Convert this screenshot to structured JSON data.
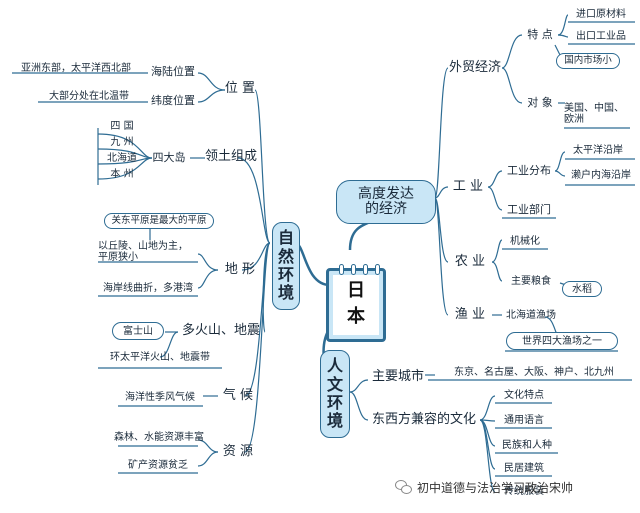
{
  "center": {
    "line1": "日",
    "line2": "本"
  },
  "nature": {
    "label_chars": [
      "自",
      "然",
      "环",
      "境"
    ],
    "position": {
      "label": "位 置",
      "sub1": "海陆位置",
      "sub1_leaf": "亚洲东部，太平洋西北部",
      "sub2": "纬度位置",
      "sub2_leaf": "大部分处在北温带"
    },
    "territory": {
      "label": "领土组成",
      "sub": "四大岛",
      "islands": [
        "四 国",
        "九 州",
        "北海道",
        "本 州"
      ]
    },
    "terrain": {
      "label": "地 形",
      "note": "关东平原是最大的平原",
      "leaf1_line1": "以丘陵、山地为主，",
      "leaf1_line2": "平原狭小",
      "leaf2": "海岸线曲折，多港湾"
    },
    "volcano": {
      "label": "多火山、地震",
      "leaf1": "富士山",
      "leaf2": "环太平洋火山、地震带"
    },
    "climate": {
      "label": "气 候",
      "leaf": "海洋性季风气候"
    },
    "resources": {
      "label": "资 源",
      "leaf1": "森林、水能资源丰富",
      "leaf2": "矿产资源贫乏"
    }
  },
  "economy": {
    "line1": "高度发达",
    "line2": "的经济",
    "trade": {
      "label": "外贸经济",
      "feature": "特 点",
      "feature_leaf1": "进口原材料",
      "feature_leaf2": "出口工业品",
      "feature_note": "国内市场小",
      "partner": "对 象",
      "partner_leaf_line1": "美国、中国、",
      "partner_leaf_line2": "欧洲"
    },
    "industry": {
      "label": "工 业",
      "sub1": "工业分布",
      "sub1_leaf1": "太平洋沿岸",
      "sub1_leaf2": "濑户内海沿岸",
      "sub2": "工业部门"
    },
    "agriculture": {
      "label": "农 业",
      "leaf1": "机械化",
      "leaf2": "主要粮食",
      "leaf2_note": "水稻"
    },
    "fishery": {
      "label": "渔 业",
      "leaf1": "北海道渔场",
      "leaf2": "世界四大渔场之一"
    }
  },
  "culture": {
    "label_chars": [
      "人",
      "文",
      "环",
      "境"
    ],
    "cities": {
      "label": "主要城市",
      "leaf": "东京、名古屋、大阪、神户、北九州"
    },
    "blend": {
      "label": "东西方兼容的文化",
      "items": [
        "文化特点",
        "通用语言",
        "民族和人种",
        "民居建筑",
        "传统服装"
      ]
    }
  },
  "footer": {
    "text": "初中道德与法治学习政治宋帅"
  },
  "colors": {
    "line": "#2e6c93",
    "fill": "#c9e6f6"
  }
}
